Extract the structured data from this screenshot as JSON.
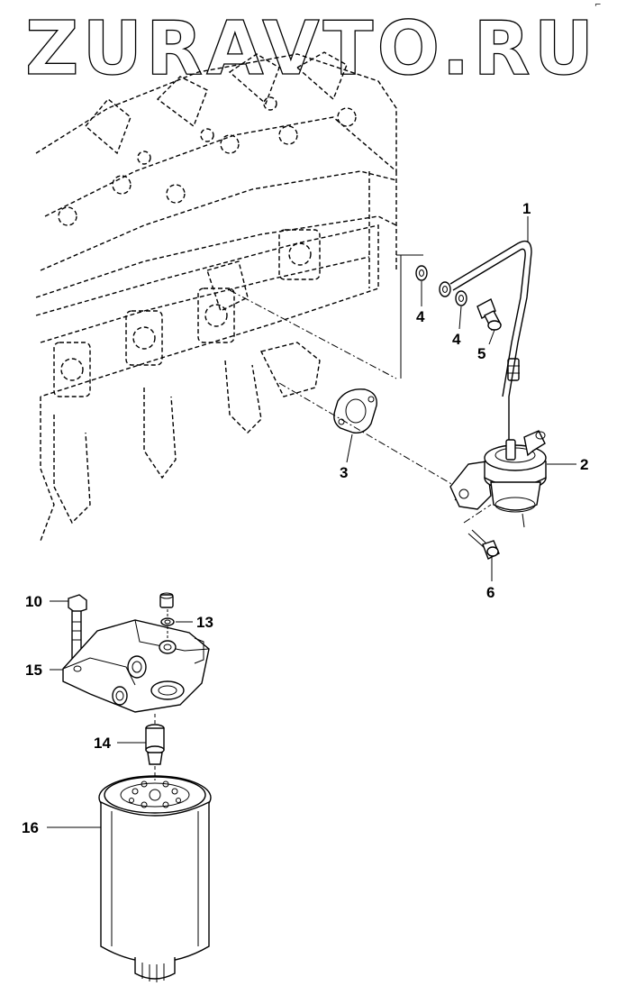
{
  "watermark": "ZURAVTO.RU",
  "corner_mark": "⌐",
  "callouts": {
    "c1": "1",
    "c2": "2",
    "c3": "3",
    "c4a": "4",
    "c4b": "4",
    "c5": "5",
    "c6": "6",
    "c10": "10",
    "c13": "13",
    "c14": "14",
    "c15": "15",
    "c16": "16"
  }
}
